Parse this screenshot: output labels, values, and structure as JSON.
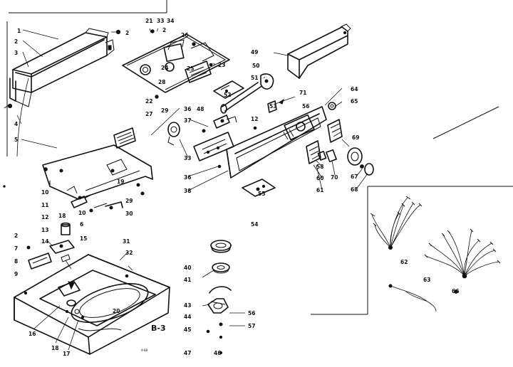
{
  "diagram": {
    "view_code": "B-3",
    "corner_tag": "9-88",
    "callouts": {
      "c1": "1",
      "c2a": "2",
      "c2b": "2",
      "c3": "3",
      "c4": "4",
      "c5": "5",
      "c21": "21",
      "c33": "33",
      "c34": "34",
      "c2c": "2",
      "c26": "26",
      "c24": "24",
      "c25": "25",
      "c23": "23",
      "c28": "28",
      "c29": "29",
      "c49": "49",
      "c50": "50",
      "c51": "51",
      "c52": "52",
      "c71": "71",
      "c64": "64",
      "c65": "65",
      "c56": "56",
      "c53": "53",
      "c22": "22",
      "c27": "27",
      "c36": "36",
      "c48": "48",
      "c37": "37",
      "c12a": "12",
      "c33b": "33",
      "c36b": "36",
      "c38": "38",
      "c55": "55",
      "c54": "54",
      "c58": "58",
      "c60": "60",
      "c61": "61",
      "c70": "70",
      "c69": "69",
      "c67": "67",
      "c68": "68",
      "c10": "10",
      "c11": "11",
      "c12": "12",
      "c18": "18",
      "c10b": "10",
      "c19": "19",
      "c29b": "29",
      "c30": "30",
      "c6": "6",
      "c13": "13",
      "c14": "14",
      "c15": "15",
      "c2d": "2",
      "c7": "7",
      "c8": "8",
      "c9": "9",
      "c31": "31",
      "c32": "32",
      "c20": "20",
      "c16": "16",
      "c17": "17",
      "c40": "40",
      "c41": "41",
      "c43": "43",
      "c44": "44",
      "c45": "45",
      "c47": "47",
      "c56b": "56",
      "c57": "57",
      "c46": "46",
      "c62": "62",
      "c63": "63",
      "c66": "66"
    }
  }
}
